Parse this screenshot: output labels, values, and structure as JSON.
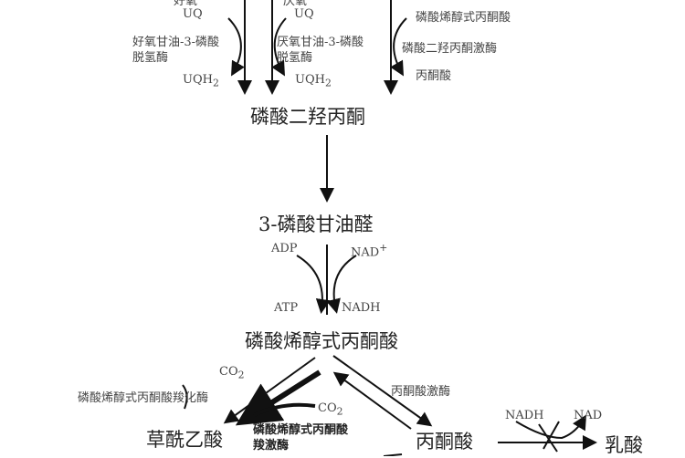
{
  "top": {
    "aerobic_cut": "好氧",
    "anaerobic_cut": "厌氧",
    "uq1": "UQ",
    "uq2": "UQ",
    "enzyme_aerobic": "好氧甘油-3-磷酸\n脱氢酶",
    "enzyme_aerobic_l1": "好氧甘油-3-磷酸",
    "enzyme_aerobic_l2": "脱氢酶",
    "enzyme_anaerobic_l1": "厌氧甘油-3-磷酸",
    "enzyme_anaerobic_l2": "脱氢酶",
    "uqh2_1": "UQH",
    "uqh2_2": "UQH",
    "sub2": "2",
    "pep": "磷酸烯醇式丙酮酸",
    "kinase": "磷酸二羟丙酮激酶",
    "pyruvate": "丙酮酸"
  },
  "nodes": {
    "dhap": "磷酸二羟丙酮",
    "g3p": "3-磷酸甘油醛",
    "pep": "磷酸烯醇式丙酮酸",
    "oaa": "草酰乙酸",
    "pyruvate": "丙酮酸",
    "lactate": "乳酸"
  },
  "cofactors": {
    "adp": "ADP",
    "nad_plus": "NAD",
    "plus": "+",
    "atp": "ATP",
    "nadh": "NADH",
    "co2": "CO",
    "sub2": "2",
    "nadh2": "NADH",
    "nad2": "NAD"
  },
  "enzymes": {
    "pepc": "磷酸烯醇式丙酮酸羧化酶",
    "pepck_l1": "磷酸烯醇式丙酮酸",
    "pepck_l2": "羧激酶",
    "pk": "丙酮酸激酶"
  }
}
